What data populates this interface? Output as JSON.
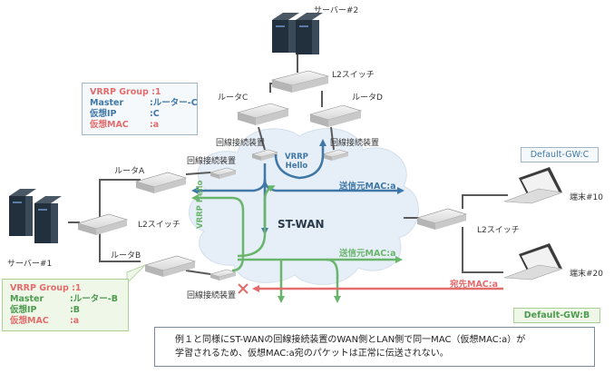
{
  "labels": {
    "server2": "サーバー#2",
    "server1": "サーバー#1",
    "l2_switch_top": "L2スイッチ",
    "l2_switch_left": "L2スイッチ",
    "l2_switch_right": "L2スイッチ",
    "router_a": "ルータA",
    "router_b": "ルータB",
    "router_c": "ルータC",
    "router_d": "ルータD",
    "line_dev_c": "回線接続装置",
    "line_dev_d": "回線接続装置",
    "line_dev_a": "回線接続装置",
    "line_dev_b": "回線接続装置",
    "terminal10": "端末#10",
    "terminal20": "端末#20",
    "wan": "ST-WAN",
    "vrrp_hello_top_1": "VRRP",
    "vrrp_hello_top_2": "Hello",
    "vrrp_hello_left": "VRRP Hello"
  },
  "flows": {
    "src_mac_blue": "送信元MAC:a",
    "src_mac_green": "送信元MAC:a",
    "dst_mac_red": "宛先MAC:a"
  },
  "vrrp_box_c": {
    "title": "VRRP Group :1",
    "rows": [
      {
        "key": "Master",
        "value": ":ルーター-C"
      },
      {
        "key": "仮想IP",
        "value": ":C"
      },
      {
        "key": "仮想MAC",
        "value": ":a"
      }
    ]
  },
  "vrrp_box_b": {
    "title": "VRRP Group :1",
    "rows": [
      {
        "key": "Master",
        "value": ":ルーター-B"
      },
      {
        "key": "仮想IP",
        "value": ":B"
      },
      {
        "key": "仮想MAC",
        "value": ":a"
      }
    ]
  },
  "gateways": {
    "gw_c": "Default-GW:C",
    "gw_b": "Default-GW:B"
  },
  "note": {
    "line1": "例１と同様にST-WANの回線接続装置のWAN側とLAN側で同一MAC（仮想MAC:a）が",
    "line2": "学習されるため、仮想MAC:a宛のパケットは正常に伝送されない。"
  },
  "colors": {
    "blue": "#3f77a6",
    "green": "#6ab56c",
    "red": "#e36c6c",
    "cloud": "#e6eef7",
    "line_gray": "#5a5a5a"
  }
}
